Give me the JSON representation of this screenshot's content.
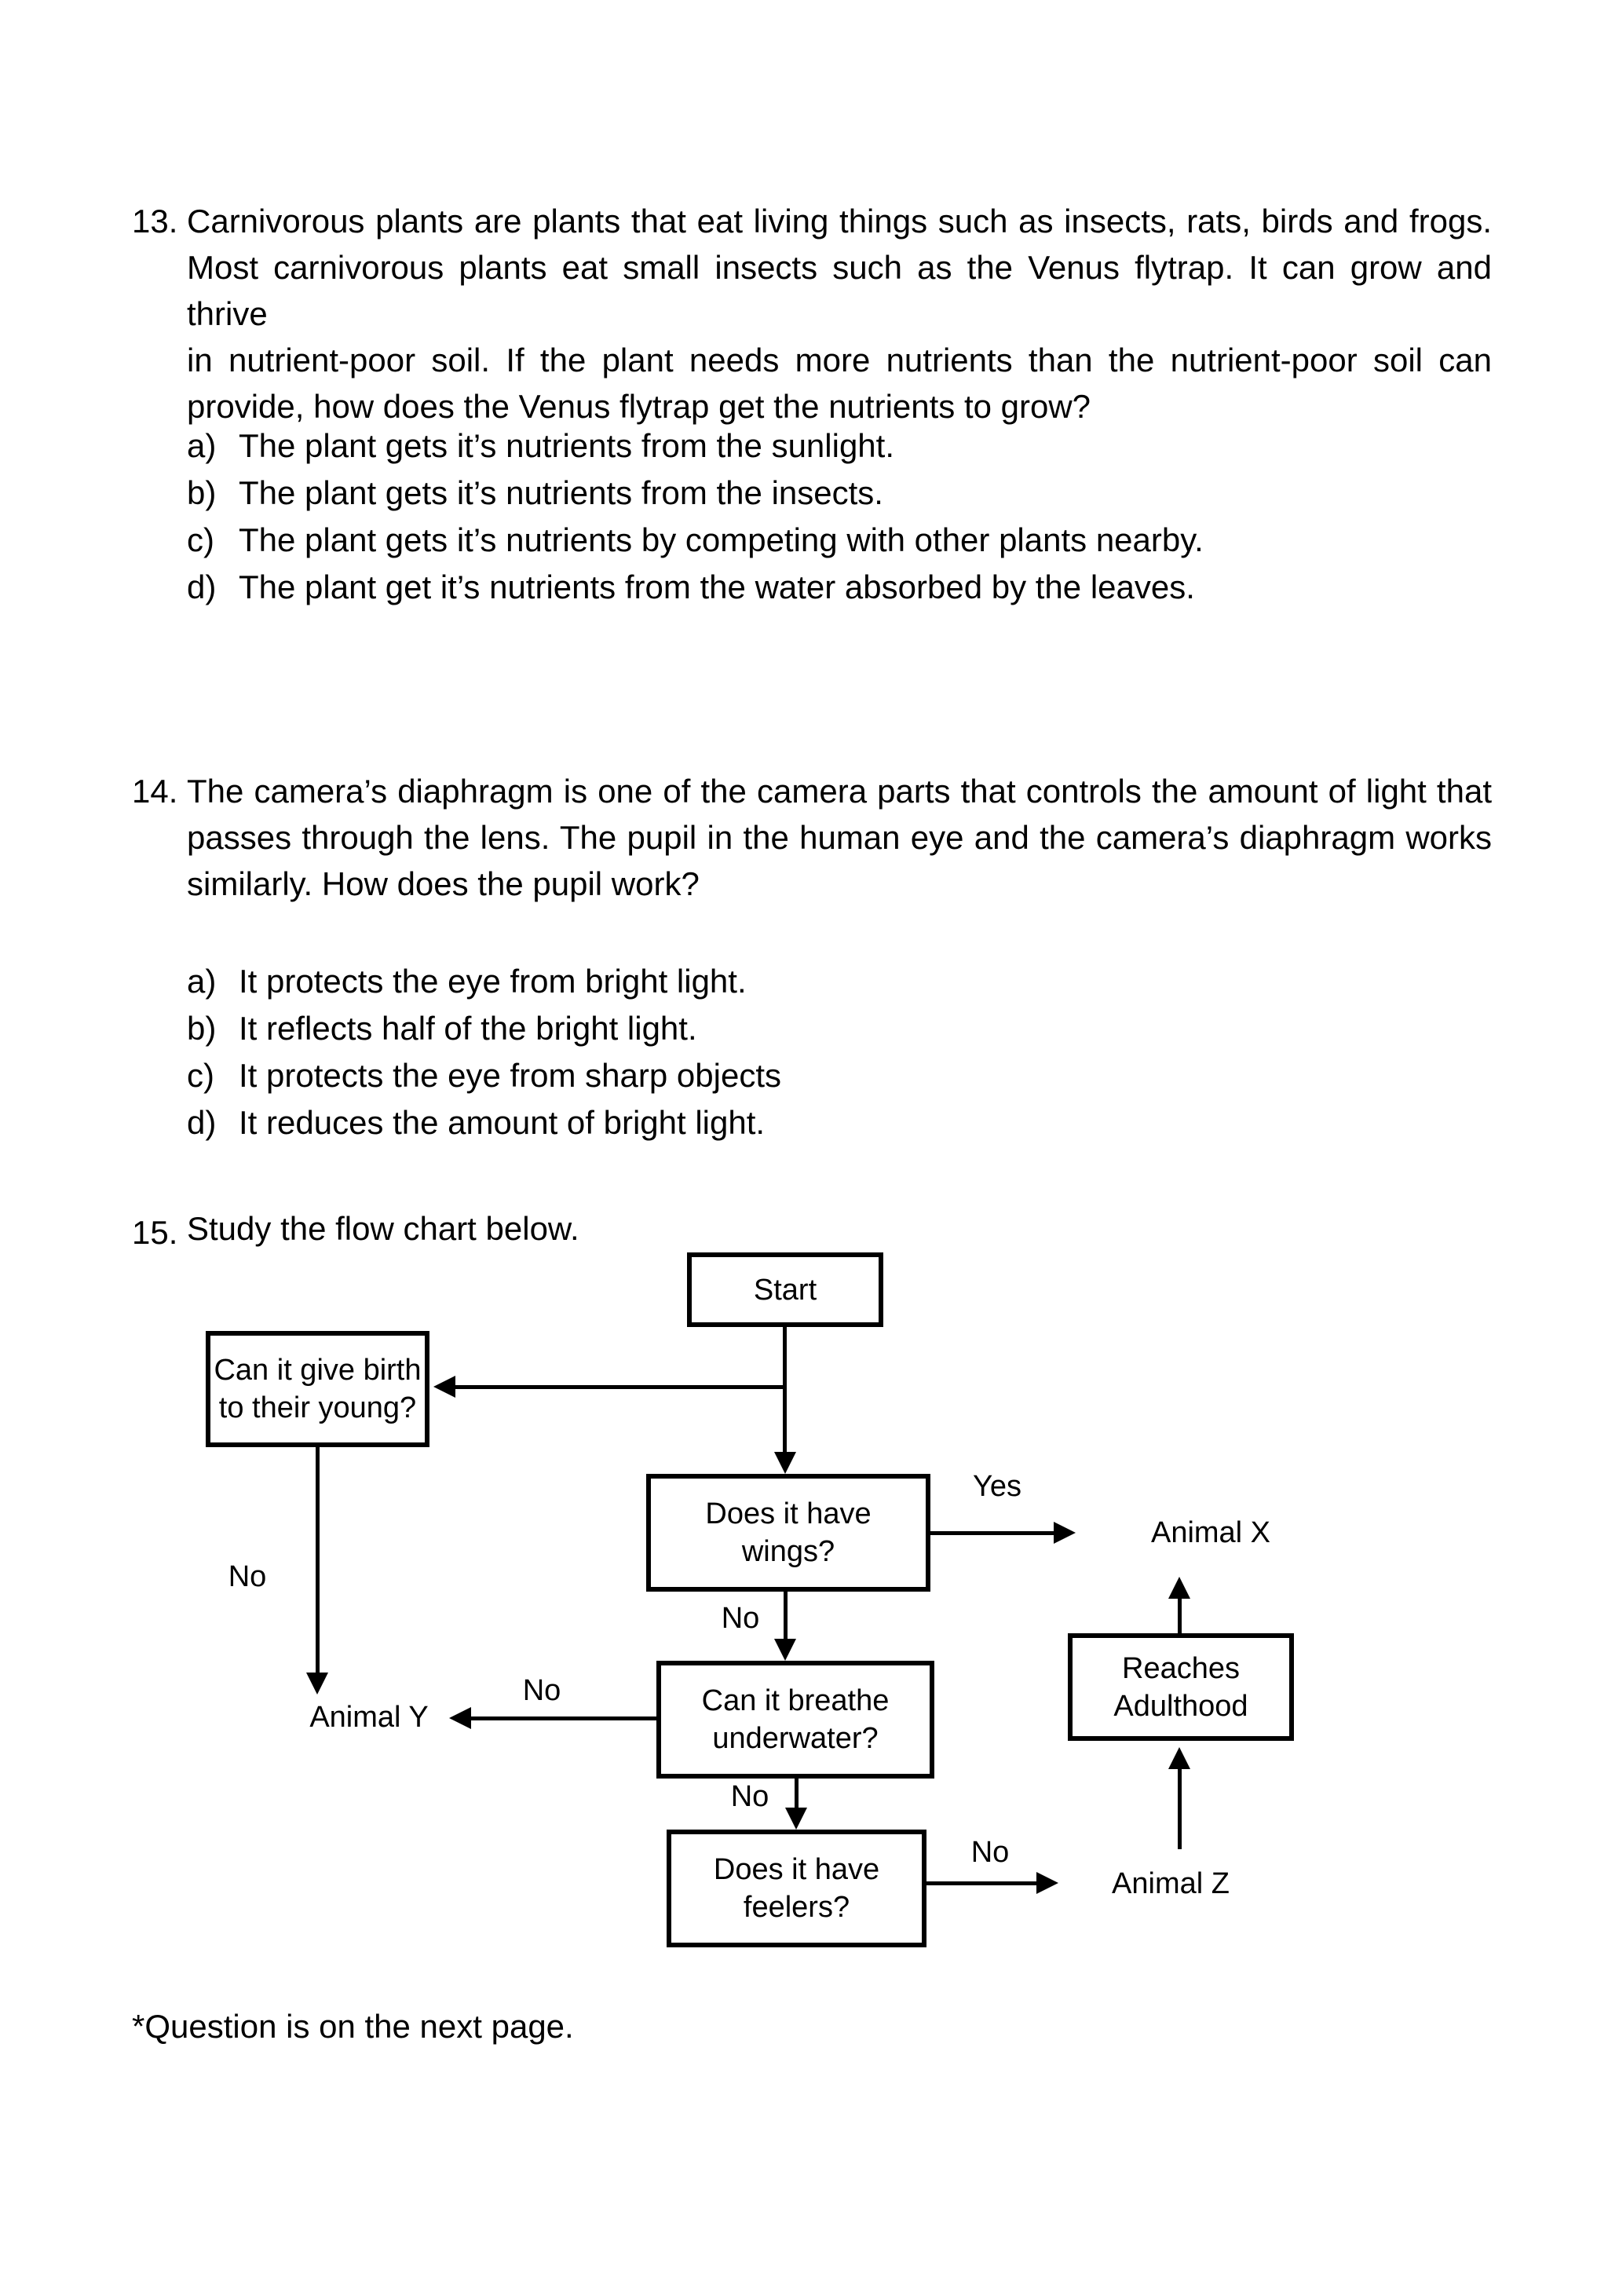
{
  "ink_color": "#000000",
  "paper_color": "#ffffff",
  "footnote": "*Question is on the next page.",
  "questions": [
    {
      "number": "13.",
      "lines": [
        "Carnivorous plants are plants that eat living things such as insects, rats, birds and frogs.",
        "Most carnivorous plants eat small insects such as the Venus flytrap. It can grow and thrive",
        "in nutrient-poor soil. If the plant needs more nutrients than the nutrient-poor soil can",
        "provide, how does the Venus flytrap get the nutrients to grow?"
      ],
      "options": [
        {
          "letter": "a)",
          "text": "The plant gets it’s nutrients from the sunlight."
        },
        {
          "letter": "b)",
          "text": "The plant gets it’s nutrients from the insects."
        },
        {
          "letter": "c)",
          "text": "The plant gets it’s nutrients by competing with other plants nearby."
        },
        {
          "letter": "d)",
          "text": "The plant get it’s nutrients from the water absorbed by the leaves."
        }
      ]
    },
    {
      "number": "14.",
      "lines": [
        "The camera’s diaphragm is one of the camera parts that controls the amount of light that",
        "passes through the lens. The pupil in the human eye and the camera’s diaphragm works",
        "similarly. How does the pupil work?"
      ],
      "options": [
        {
          "letter": "a)",
          "text": "It protects the eye from bright light."
        },
        {
          "letter": "b)",
          "text": "It reflects half of the bright light."
        },
        {
          "letter": "c)",
          "text": "It protects the eye from sharp objects"
        },
        {
          "letter": "d)",
          "text": "It reduces the amount of bright light."
        }
      ]
    },
    {
      "number": "15.",
      "lines": [
        "Study the flow chart below."
      ]
    }
  ],
  "flowchart": {
    "start": {
      "lines": [
        "Start"
      ]
    },
    "birth": {
      "lines": [
        "Can it give birth",
        "to their young?"
      ]
    },
    "wings": {
      "lines": [
        "Does it have",
        "wings?"
      ]
    },
    "breathe": {
      "lines": [
        "Can it breathe",
        "underwater?"
      ]
    },
    "feelers": {
      "lines": [
        "Does it have",
        "feelers?"
      ]
    },
    "reaches": {
      "lines": [
        "Reaches",
        "Adulthood"
      ]
    },
    "terminals": {
      "animal_x": "Animal X",
      "animal_y": "Animal Y",
      "animal_z": "Animal Z"
    },
    "edge_labels": {
      "yes_wings": "Yes",
      "no_birth": "No",
      "no_wings_down": "No",
      "no_breathe_left": "No",
      "no_breathe_down": "No",
      "no_feelers": "No"
    }
  }
}
